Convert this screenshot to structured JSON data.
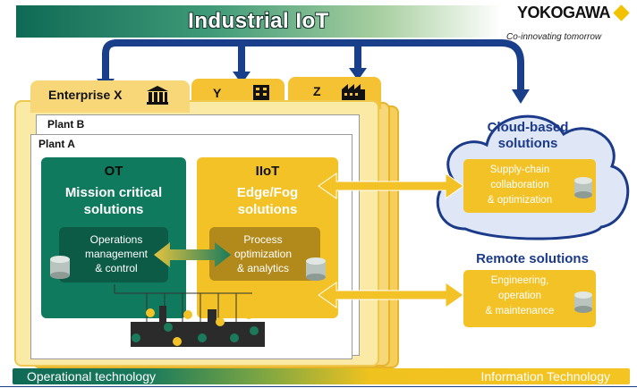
{
  "header": {
    "title": "Industrial IoT",
    "brand_name": "YOKOGAWA",
    "brand_tagline": "Co-innovating tomorrow"
  },
  "enterprises": {
    "x_label": "Enterprise  X",
    "y_label": "Y",
    "z_label": "Z"
  },
  "plants": {
    "plant_b": "Plant B",
    "plant_a": "Plant A"
  },
  "ot": {
    "title": "OT",
    "subtitle_line1": "Mission critical",
    "subtitle_line2": "solutions",
    "ops_line1": "Operations",
    "ops_line2": "management",
    "ops_line3": "& control"
  },
  "iiot": {
    "title": "IIoT",
    "subtitle_line1": "Edge/Fog",
    "subtitle_line2": "solutions",
    "proc_line1": "Process",
    "proc_line2": "optimization",
    "proc_line3": "& analytics"
  },
  "cloud": {
    "title_line1": "Cloud-based",
    "title_line2": "solutions",
    "box_line1": "Supply-chain",
    "box_line2": "collaboration",
    "box_line3": "& optimization"
  },
  "remote": {
    "title": "Remote solutions",
    "box_line1": "Engineering,",
    "box_line2": "operation",
    "box_line3": "& maintenance"
  },
  "footer": {
    "left": "Operational technology",
    "right": "Information Technology"
  },
  "colors": {
    "ot_green": "#107a5e",
    "iiot_yellow": "#f2c227",
    "arrow_navy": "#1a3f8a",
    "cloud_border": "#1b3a8a"
  }
}
